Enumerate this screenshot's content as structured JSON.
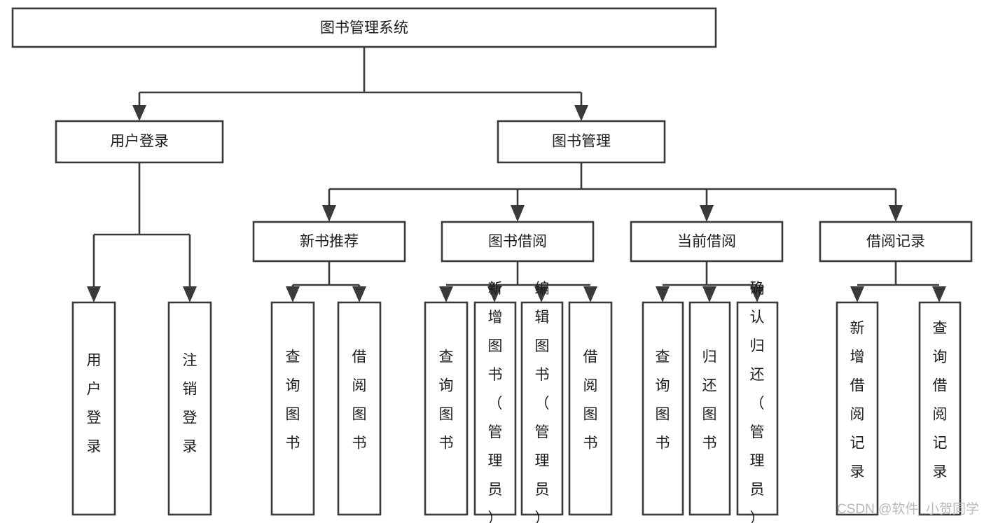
{
  "diagram": {
    "type": "tree",
    "orientation": "top-down",
    "title": "图书管理系统",
    "colors": {
      "box_fill": "#ffffff",
      "box_stroke": "#3a3a3a",
      "text": "#1c1c1c",
      "watermark": "#b9b9b9",
      "background": "#ffffff"
    },
    "levels": [
      {
        "level": 0,
        "nodes": [
          {
            "id": "root",
            "label": "图书管理系统",
            "orientation": "horizontal"
          }
        ]
      },
      {
        "level": 1,
        "nodes": [
          {
            "id": "login",
            "label": "用户登录",
            "orientation": "horizontal",
            "parent": "root"
          },
          {
            "id": "bookmgmt",
            "label": "图书管理",
            "orientation": "horizontal",
            "parent": "root"
          }
        ]
      },
      {
        "level": 2,
        "nodes": [
          {
            "id": "newbook",
            "label": "新书推荐",
            "orientation": "horizontal",
            "parent": "bookmgmt"
          },
          {
            "id": "borrow",
            "label": "图书借阅",
            "orientation": "horizontal",
            "parent": "bookmgmt"
          },
          {
            "id": "current",
            "label": "当前借阅",
            "orientation": "horizontal",
            "parent": "bookmgmt"
          },
          {
            "id": "records",
            "label": "借阅记录",
            "orientation": "horizontal",
            "parent": "bookmgmt"
          }
        ]
      },
      {
        "level": 3,
        "nodes": [
          {
            "id": "leaf-login-1",
            "label": "用户登录",
            "orientation": "vertical",
            "parent": "login"
          },
          {
            "id": "leaf-login-2",
            "label": "注销登录",
            "orientation": "vertical",
            "parent": "login"
          },
          {
            "id": "leaf-newbook-1",
            "label": "查询图书",
            "orientation": "vertical",
            "parent": "newbook"
          },
          {
            "id": "leaf-newbook-2",
            "label": "借阅图书",
            "orientation": "vertical",
            "parent": "newbook"
          },
          {
            "id": "leaf-borrow-1",
            "label": "查询图书",
            "orientation": "vertical",
            "parent": "borrow"
          },
          {
            "id": "leaf-borrow-2",
            "label": "新增图书（管理员）",
            "orientation": "vertical",
            "parent": "borrow"
          },
          {
            "id": "leaf-borrow-3",
            "label": "编辑图书（管理员）",
            "orientation": "vertical",
            "parent": "borrow"
          },
          {
            "id": "leaf-borrow-4",
            "label": "借阅图书",
            "orientation": "vertical",
            "parent": "borrow"
          },
          {
            "id": "leaf-current-1",
            "label": "查询图书",
            "orientation": "vertical",
            "parent": "current"
          },
          {
            "id": "leaf-current-2",
            "label": "归还图书",
            "orientation": "vertical",
            "parent": "current"
          },
          {
            "id": "leaf-current-3",
            "label": "确认归还（管理员）",
            "orientation": "vertical",
            "parent": "current"
          },
          {
            "id": "leaf-records-1",
            "label": "新增借阅记录",
            "orientation": "vertical",
            "parent": "records"
          },
          {
            "id": "leaf-records-2",
            "label": "查询借阅记录",
            "orientation": "vertical",
            "parent": "records"
          }
        ]
      }
    ]
  },
  "nodes": {
    "root": "图书管理系统",
    "login": "用户登录",
    "bookmgmt": "图书管理",
    "newbook": "新书推荐",
    "borrow": "图书借阅",
    "current": "当前借阅",
    "records": "借阅记录",
    "leaf_login_1": "用户登录",
    "leaf_login_2": "注销登录",
    "leaf_newbook_1": "查询图书",
    "leaf_newbook_2": "借阅图书",
    "leaf_borrow_1": "查询图书",
    "leaf_borrow_2": "新增图书（管理员）",
    "leaf_borrow_3": "编辑图书（管理员）",
    "leaf_borrow_4": "借阅图书",
    "leaf_current_1": "查询图书",
    "leaf_current_2": "归还图书",
    "leaf_current_3": "确认归还（管理员）",
    "leaf_records_1": "新增借阅记录",
    "leaf_records_2": "查询借阅记录"
  },
  "watermark": {
    "text": "CSDN @软件_小贺同学"
  }
}
